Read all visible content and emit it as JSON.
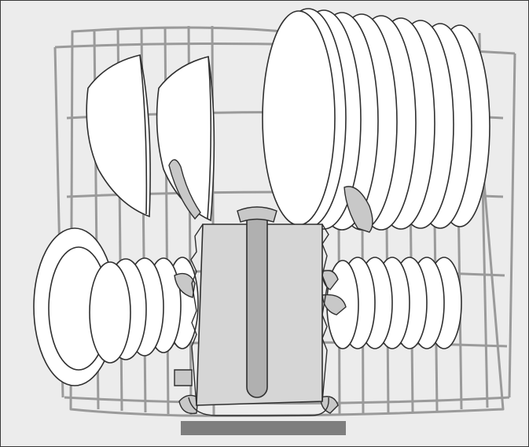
{
  "illustration": {
    "subject": "",
    "colors": {
      "background": "#ececec",
      "rack_wire": "#9a9a9a",
      "dish_fill": "#ffffff",
      "dish_outline": "#2f2f2f",
      "basket_fill": "#d6d6d6",
      "basket_handle": "#b0b0b0",
      "utensil_fill": "#c8c8c8",
      "base_bar": "#7e7e7e"
    },
    "counts": {
      "large_plates": 10,
      "left_bowl_row": 5,
      "right_bowl_row": 7,
      "tilted_bowls": 2
    }
  }
}
